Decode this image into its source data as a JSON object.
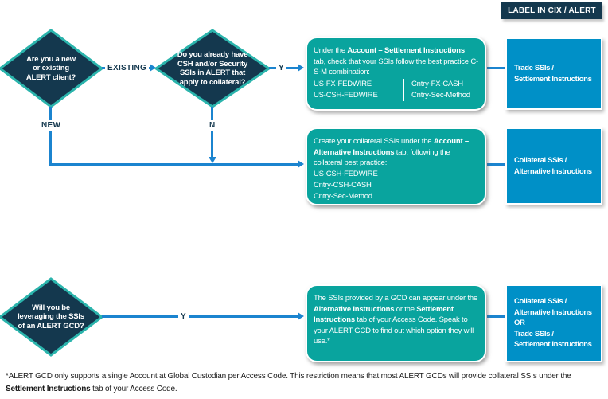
{
  "colors": {
    "navy": "#14384E",
    "teal": "#09A49E",
    "teal-border": "#2BB4AC",
    "blue": "#0090C7",
    "line": "#1B84CF",
    "ink": "#1a1a1a"
  },
  "header": {
    "label": "LABEL IN CIX / ALERT"
  },
  "diamonds": {
    "client_type": {
      "lines": [
        "Are you a new",
        "or existing",
        "ALERT client?"
      ]
    },
    "existing_ssis": {
      "lines": [
        "Do you already have",
        "CSH and/or Security",
        "SSIs in ALERT that",
        "apply to collateral?"
      ]
    },
    "gcd": {
      "lines": [
        "Will you be",
        "leveraging the SSIs",
        "of an ALERT GCD?"
      ]
    }
  },
  "edges": {
    "existing": "EXISTING",
    "new": "NEW",
    "yes_top": "Y",
    "no": "N",
    "yes_bottom": "Y"
  },
  "process": {
    "check": {
      "rich": [
        {
          "t": "Under the ",
          "b": 0
        },
        {
          "t": "Account – Settlement Instructions",
          "b": 1
        },
        {
          "t": " tab, check that your SSIs follow the best practice C-S-M combination:",
          "b": 0
        }
      ],
      "col_left": [
        "US-FX-FEDWIRE",
        "US-CSH-FEDWIRE"
      ],
      "col_right": [
        "Cntry-FX-CASH",
        "Cntry-Sec-Method"
      ]
    },
    "create": {
      "rich": [
        {
          "t": "Create your collateral SSIs under the ",
          "b": 0
        },
        {
          "t": "Account – Alternative Instructions",
          "b": 1
        },
        {
          "t": " tab, following the collateral best practice:",
          "b": 0
        }
      ],
      "list": [
        "US-CSH-FEDWIRE",
        "Cntry-CSH-CASH",
        "Cntry-Sec-Method"
      ]
    },
    "gcd": {
      "rich": [
        {
          "t": "The SSIs provided by a GCD can appear under the ",
          "b": 0
        },
        {
          "t": "Alternative Instructions",
          "b": 1
        },
        {
          "t": " or the ",
          "b": 0
        },
        {
          "t": "Settlement Instructions",
          "b": 1
        },
        {
          "t": " tab of your Access Code. Speak to your ALERT GCD to find out which option they will use.*",
          "b": 0
        }
      ]
    }
  },
  "labels": {
    "trade": {
      "lines": [
        "Trade SSIs /",
        "Settlement Instructions"
      ]
    },
    "collateral": {
      "lines": [
        "Collateral SSIs /",
        "Alternative Instructions"
      ]
    },
    "either": {
      "lines": [
        "Collateral SSIs /",
        "Alternative Instructions",
        "OR",
        "Trade SSIs /",
        "Settlement Instructions"
      ]
    }
  },
  "footnote": {
    "rich": [
      {
        "t": "*ALERT GCD only supports a single Account at Global Custodian per Access Code. This restriction means that most ALERT GCDs will provide collateral SSIs under the ",
        "b": 0
      },
      {
        "t": "Settlement Instructions",
        "b": 1
      },
      {
        "t": " tab of your Access Code.",
        "b": 0
      }
    ]
  }
}
